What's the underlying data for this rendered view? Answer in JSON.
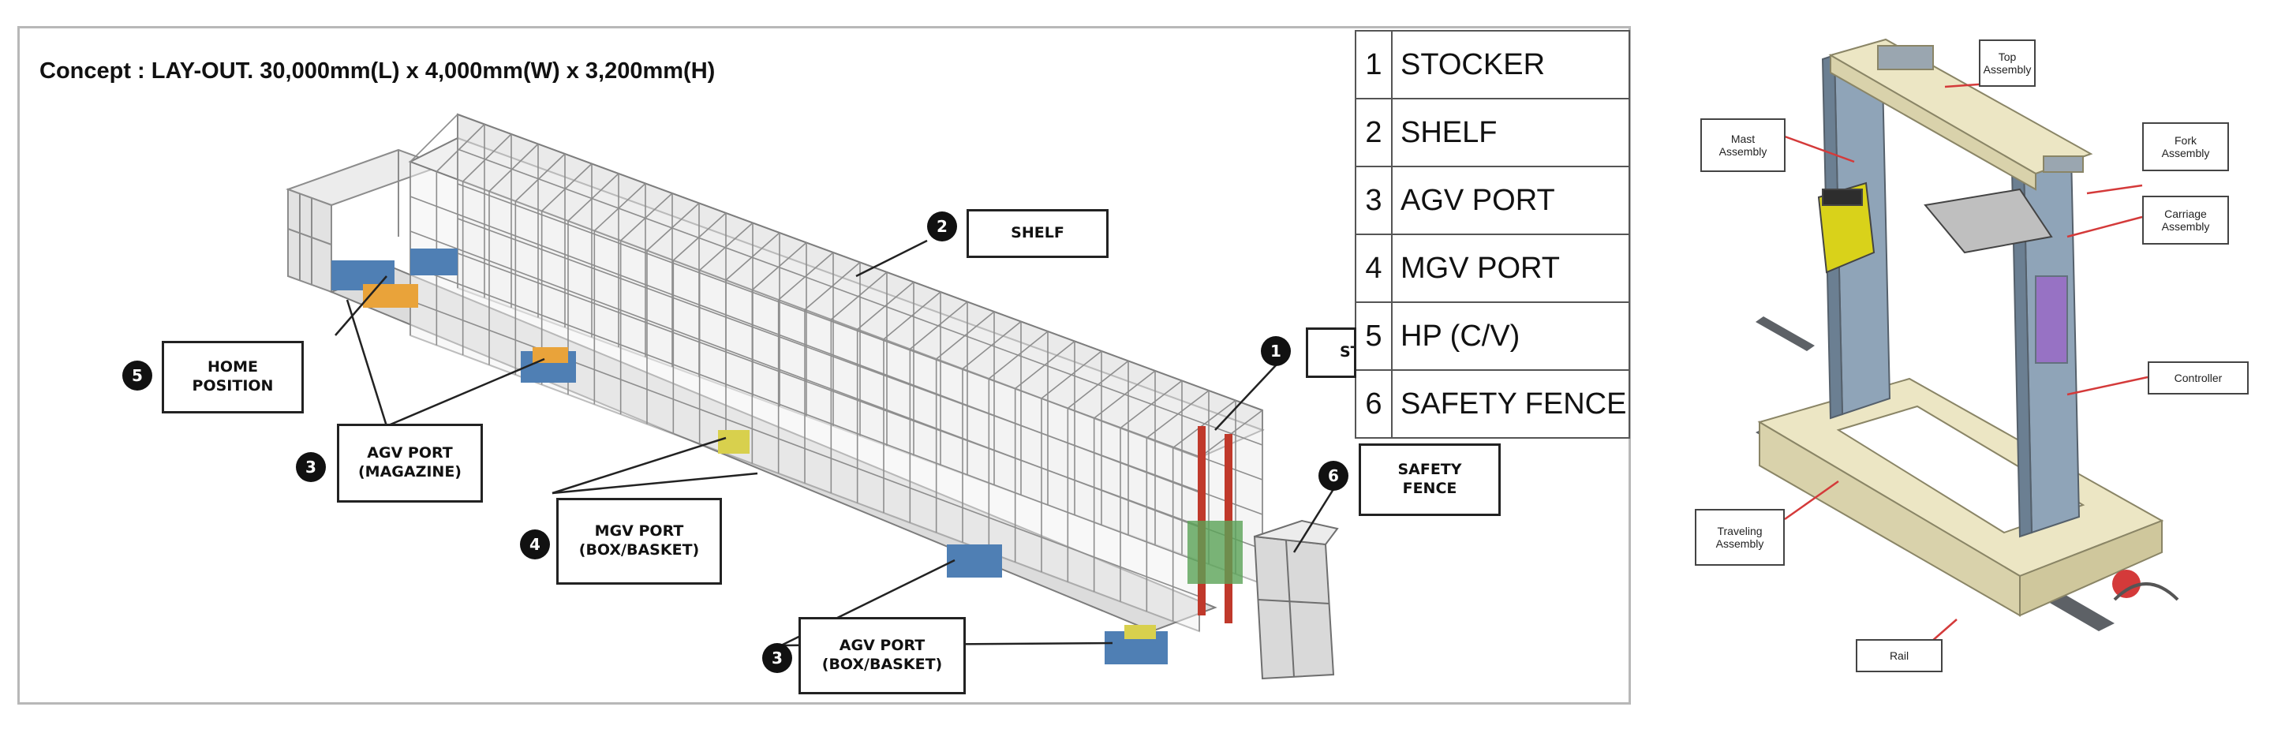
{
  "layout": {
    "concept_title": "Concept : LAY-OUT.  30,000mm(L) x 4,000mm(W) x 3,200mm(H)",
    "legend": [
      {
        "num": "1",
        "label": "STOCKER"
      },
      {
        "num": "2",
        "label": "SHELF"
      },
      {
        "num": "3",
        "label": "AGV PORT"
      },
      {
        "num": "4",
        "label": "MGV PORT"
      },
      {
        "num": "5",
        "label": "HP (C/V)"
      },
      {
        "num": "6",
        "label": "SAFETY FENCE"
      }
    ],
    "callouts": {
      "shelf": {
        "num": "2",
        "text": "SHELF"
      },
      "stocker": {
        "num": "1",
        "text": "ST"
      },
      "home": {
        "num": "5",
        "line1": "HOME",
        "line2": "POSITION"
      },
      "agv_magazine": {
        "num": "3",
        "line1": "AGV PORT",
        "line2": "(MAGAZINE)"
      },
      "mgv": {
        "num": "4",
        "line1": "MGV PORT",
        "line2": "(BOX/BASKET)"
      },
      "agv_box": {
        "num": "3",
        "line1": "AGV PORT",
        "line2": "(BOX/BASKET)"
      },
      "safety": {
        "num": "6",
        "line1": "SAFETY",
        "line2": "FENCE"
      }
    }
  },
  "robot": {
    "labels": {
      "top": {
        "line1": "Top",
        "line2": "Assembly"
      },
      "mast": {
        "line1": "Mast",
        "line2": "Assembly"
      },
      "fork": {
        "line1": "Fork",
        "line2": "Assembly"
      },
      "carriage": {
        "line1": "Carriage",
        "line2": "Assembly"
      },
      "controller": {
        "line1": "Controller"
      },
      "traveling": {
        "line1": "Traveling",
        "line2": "Assembly"
      },
      "rail": {
        "line1": "Rail"
      }
    },
    "colors": {
      "frame": "#ece6c4",
      "mast": "#8fa4b8",
      "accent_yellow": "#d9d21a",
      "accent_purple": "#9a62c9",
      "leader_red": "#d43a3a"
    }
  }
}
